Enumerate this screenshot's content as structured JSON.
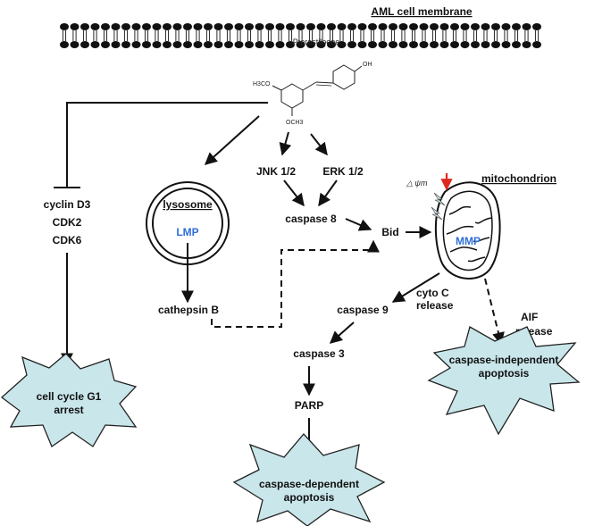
{
  "membrane_label": "AML cell membrane",
  "compound": {
    "name": "Pterostilbene",
    "oh": "OH",
    "h3co": "H3CO",
    "och3": "OCH3"
  },
  "left_branch": {
    "targets": [
      "cyclin D3",
      "CDK2",
      "CDK6"
    ],
    "outcome": [
      "cell cycle G1",
      "arrest"
    ]
  },
  "lysosome": {
    "title": "lysosome",
    "inner": "LMP",
    "product": "cathepsin B"
  },
  "kinases": [
    "JNK 1/2",
    "ERK 1/2"
  ],
  "caspase8": "caspase 8",
  "bid": "Bid",
  "mitochondrion": {
    "title": "mitochondrion",
    "inner": "MMP",
    "potential": "△ ψm"
  },
  "cyto_c": [
    "cyto C",
    "release"
  ],
  "aif": [
    "AIF",
    "release"
  ],
  "caspase9": "caspase 9",
  "caspase3": "caspase 3",
  "parp": "PARP",
  "caspase_dependent": [
    "caspase-dependent",
    "apoptosis"
  ],
  "caspase_independent": [
    "caspase-independent",
    "apoptosis"
  ],
  "colors": {
    "burst_fill": "#c9e6ea",
    "blue_text": "#2f6fd6",
    "alert_arrow": "#e0281e"
  }
}
